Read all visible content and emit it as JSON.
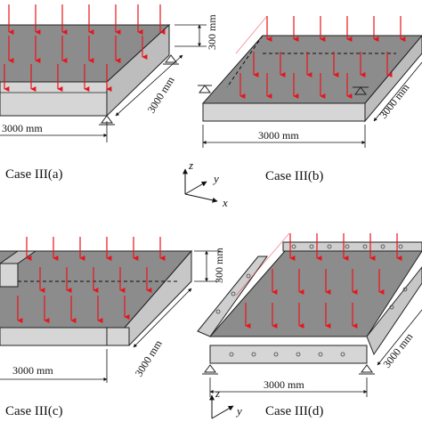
{
  "panels": [
    {
      "id": "a",
      "caption": "Case III(a)",
      "dim_width": "3000 mm",
      "dim_depth": "3000 mm",
      "dim_height": "300 mm"
    },
    {
      "id": "b",
      "caption": "Case III(b)",
      "dim_width": "3000 mm",
      "dim_depth": "3000 mm"
    },
    {
      "id": "c",
      "caption": "Case III(c)",
      "dim_width": "3000 mm",
      "dim_depth": "3000 mm",
      "dim_height": "300 mm"
    },
    {
      "id": "d",
      "caption": "Case III(d)",
      "dim_width": "3000 mm",
      "dim_depth": "3000 mm"
    }
  ],
  "axes": {
    "z": "z",
    "y": "y",
    "x": "x"
  },
  "colors": {
    "slab_top": "#8c8c8c",
    "slab_front": "#d6d6d6",
    "slab_side": "#bdbdbd",
    "load_arrow": "#e8141b",
    "beam": "#cfcfcf"
  }
}
